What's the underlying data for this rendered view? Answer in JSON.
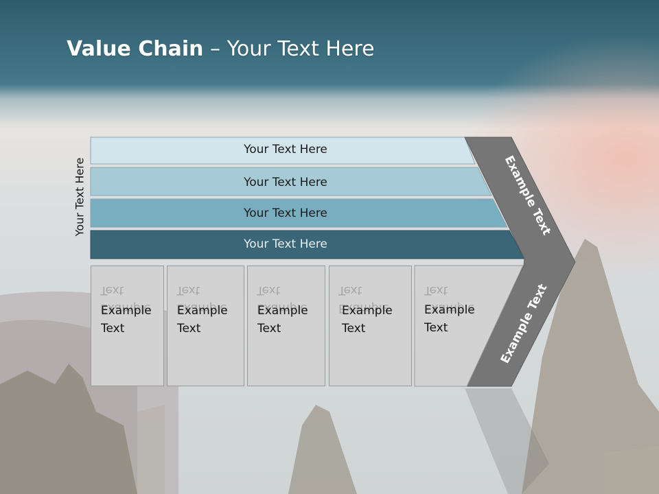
{
  "title": {
    "bold": "Value Chain",
    "rest": " – Your Text Here"
  },
  "side_label": "Your Text Here",
  "rows": [
    {
      "label": "Your Text Here",
      "fill": "#d3e5ec",
      "text_color": "#1a1a1a"
    },
    {
      "label": "Your Text Here",
      "fill": "#a6cbd7",
      "text_color": "#1a1a1a"
    },
    {
      "label": "Your Text Here",
      "fill": "#78aebf",
      "text_color": "#1a1a1a"
    },
    {
      "label": "Your Text Here",
      "fill": "#3b6678",
      "text_color": "#e8eef0"
    }
  ],
  "cells": [
    {
      "line1": "Example",
      "line2": "Text"
    },
    {
      "line1": "Example",
      "line2": "Text"
    },
    {
      "line1": "Example",
      "line2": "Text"
    },
    {
      "line1": "Example",
      "line2": "Text"
    },
    {
      "line1": "Example",
      "line2": "Text"
    }
  ],
  "chevron": {
    "upper_label": "Example Text",
    "lower_label": "Example Text",
    "fill": "#767676"
  },
  "colors": {
    "title_band": "#3d6b7c",
    "cell_fill": "#d2d2d2"
  }
}
